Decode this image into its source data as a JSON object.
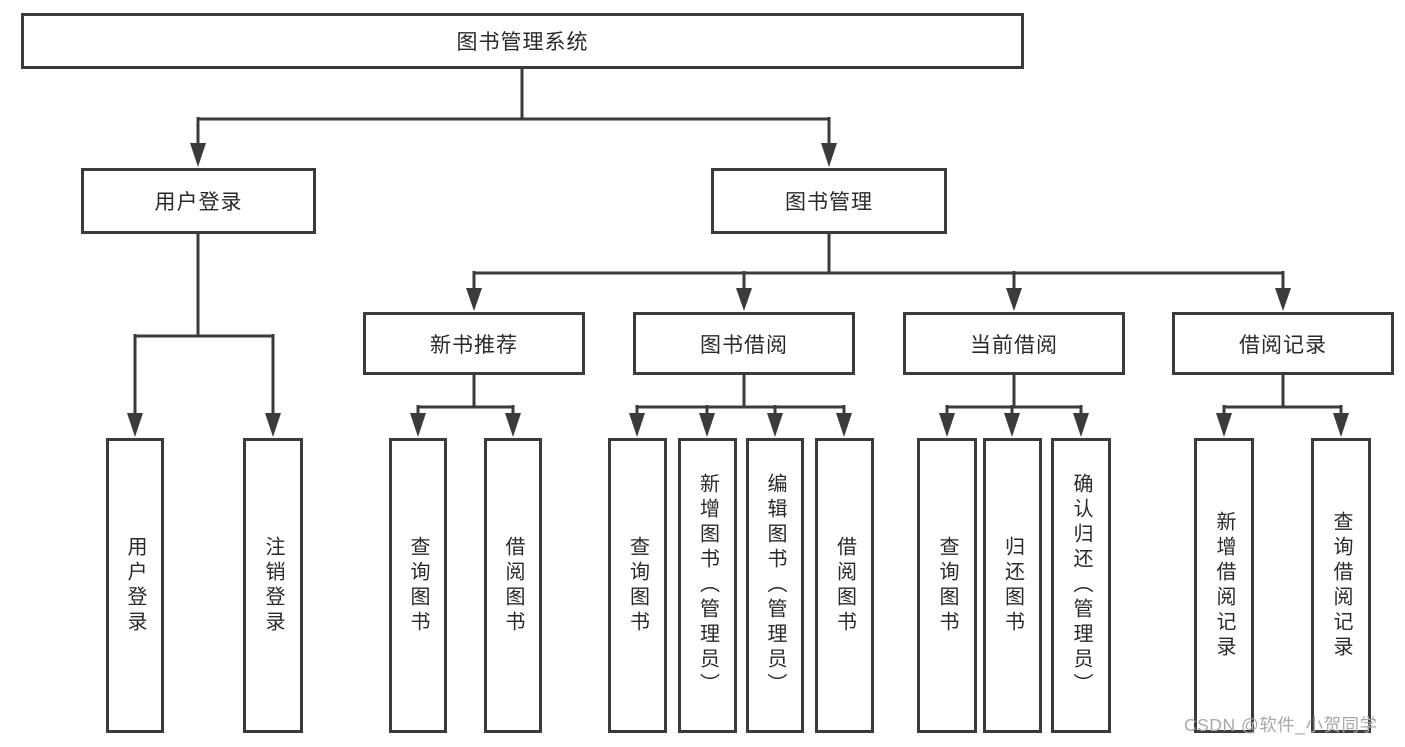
{
  "tree": {
    "label": "图书管理系统",
    "children": [
      {
        "label": "用户登录",
        "children": [
          {
            "label": "用户登录"
          },
          {
            "label": "注销登录"
          }
        ]
      },
      {
        "label": "图书管理",
        "children": [
          {
            "label": "新书推荐",
            "children": [
              {
                "label": "查询图书"
              },
              {
                "label": "借阅图书"
              }
            ]
          },
          {
            "label": "图书借阅",
            "children": [
              {
                "label": "查询图书"
              },
              {
                "label": "新增图书（管理员）"
              },
              {
                "label": "编辑图书（管理员）"
              },
              {
                "label": "借阅图书"
              }
            ]
          },
          {
            "label": "当前借阅",
            "children": [
              {
                "label": "查询图书"
              },
              {
                "label": "归还图书"
              },
              {
                "label": "确认归还（管理员）"
              }
            ]
          },
          {
            "label": "借阅记录",
            "children": [
              {
                "label": "新增借阅记录"
              },
              {
                "label": "查询借阅记录"
              }
            ]
          }
        ]
      }
    ]
  },
  "watermark": {
    "text": "CSDN @软件_小贺同学"
  },
  "colors": {
    "line": "#3b3b3b",
    "box_border": "#3b3b3b",
    "box_fill": "#ffffff",
    "text": "#2a2a2a",
    "watermark": "#a8a8a8",
    "background": "#ffffff"
  }
}
